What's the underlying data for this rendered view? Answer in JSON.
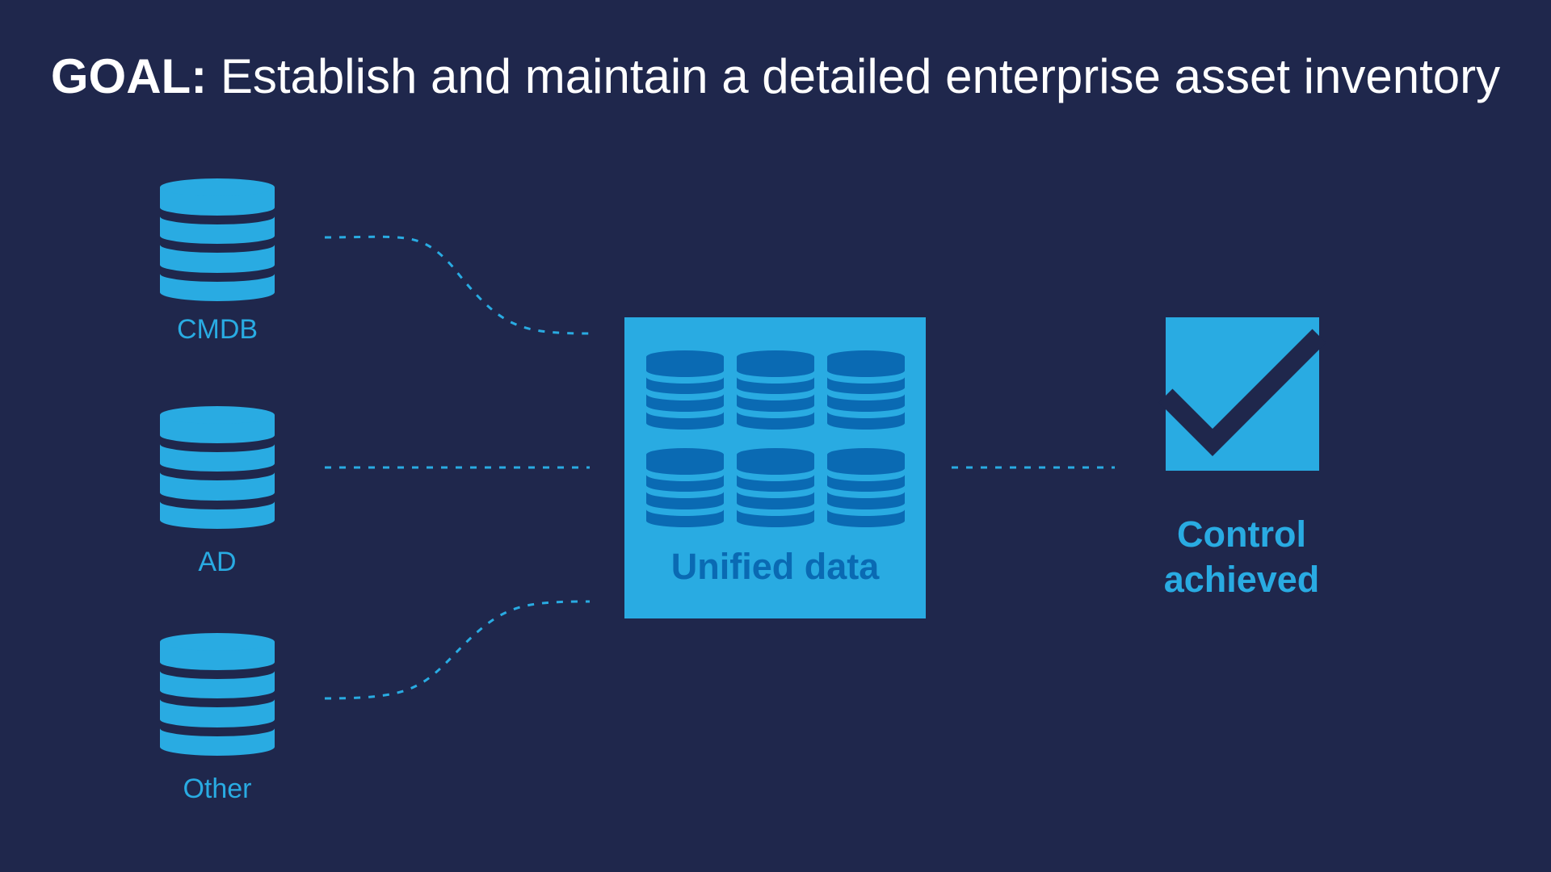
{
  "title": {
    "lead": "GOAL:",
    "text": " Establish and maintain a detailed enterprise asset inventory"
  },
  "sources": [
    {
      "label": "CMDB",
      "icon": "database-icon"
    },
    {
      "label": "AD",
      "icon": "database-icon"
    },
    {
      "label": "Other",
      "icon": "database-icon"
    }
  ],
  "hub": {
    "label": "Unified data",
    "icon": "database-grid-icon"
  },
  "outcome": {
    "label_line1": "Control",
    "label_line2": "achieved",
    "icon": "checkbox-checked-icon"
  },
  "colors": {
    "background": "#1f274c",
    "accent": "#29abe2",
    "hub_database": "#0a6ab3",
    "title": "#ffffff"
  }
}
